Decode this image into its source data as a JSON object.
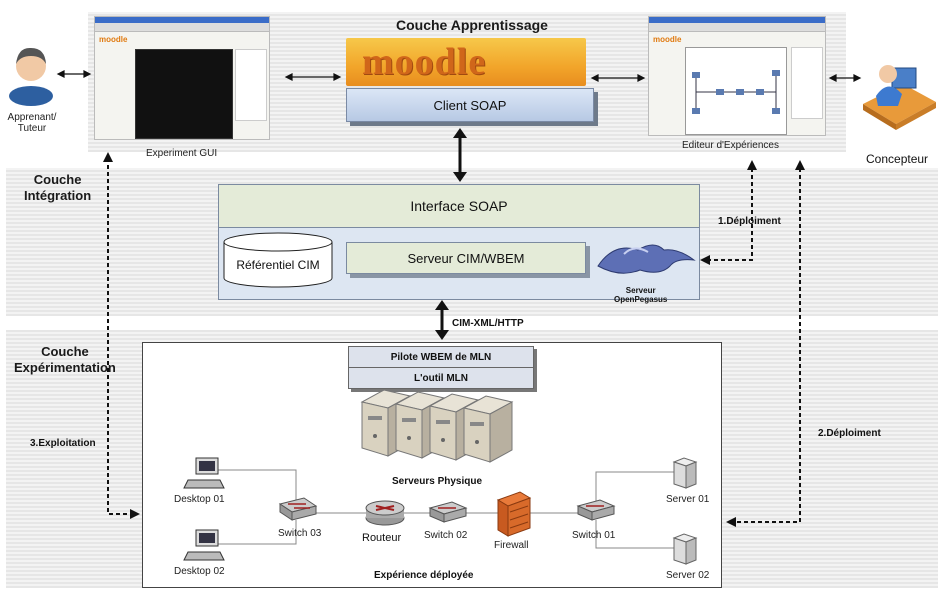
{
  "layers": {
    "apprentissage": "Couche Apprentissage",
    "integration": [
      "Couche",
      "Intégration"
    ],
    "experimentation": [
      "Couche",
      "Expérimentation"
    ]
  },
  "actors": {
    "learner": [
      "Apprenant/",
      "Tuteur"
    ],
    "designer": "Concepteur"
  },
  "learning": {
    "moodle": "moodle",
    "client_soap": "Client SOAP",
    "experiment_gui": "Experiment GUI",
    "editor": "Editeur d'Expériences"
  },
  "integration": {
    "interface_soap": "Interface SOAP",
    "referentiel": "Référentiel CIM",
    "serveur_cim": "Serveur CIM/WBEM",
    "openpegasus": [
      "Serveur",
      "OpenPegasus"
    ]
  },
  "arrows": {
    "cim_xml": "CIM-XML/HTTP",
    "deploiement1": "1.Déploiment",
    "deploiement2": "2.Déploiment",
    "exploitation": "3.Exploitation"
  },
  "experimentation": {
    "pilote": "Pilote WBEM de MLN",
    "outil": "L'outil MLN",
    "serveurs_physique": "Serveurs Physique",
    "experience": "Expérience déployée"
  },
  "network": {
    "desktop1": "Desktop 01",
    "desktop2": "Desktop 02",
    "switch3": "Switch 03",
    "routeur": "Routeur",
    "switch2": "Switch 02",
    "firewall": "Firewall",
    "switch1": "Switch 01",
    "server1": "Server 01",
    "server2": "Server 02"
  }
}
